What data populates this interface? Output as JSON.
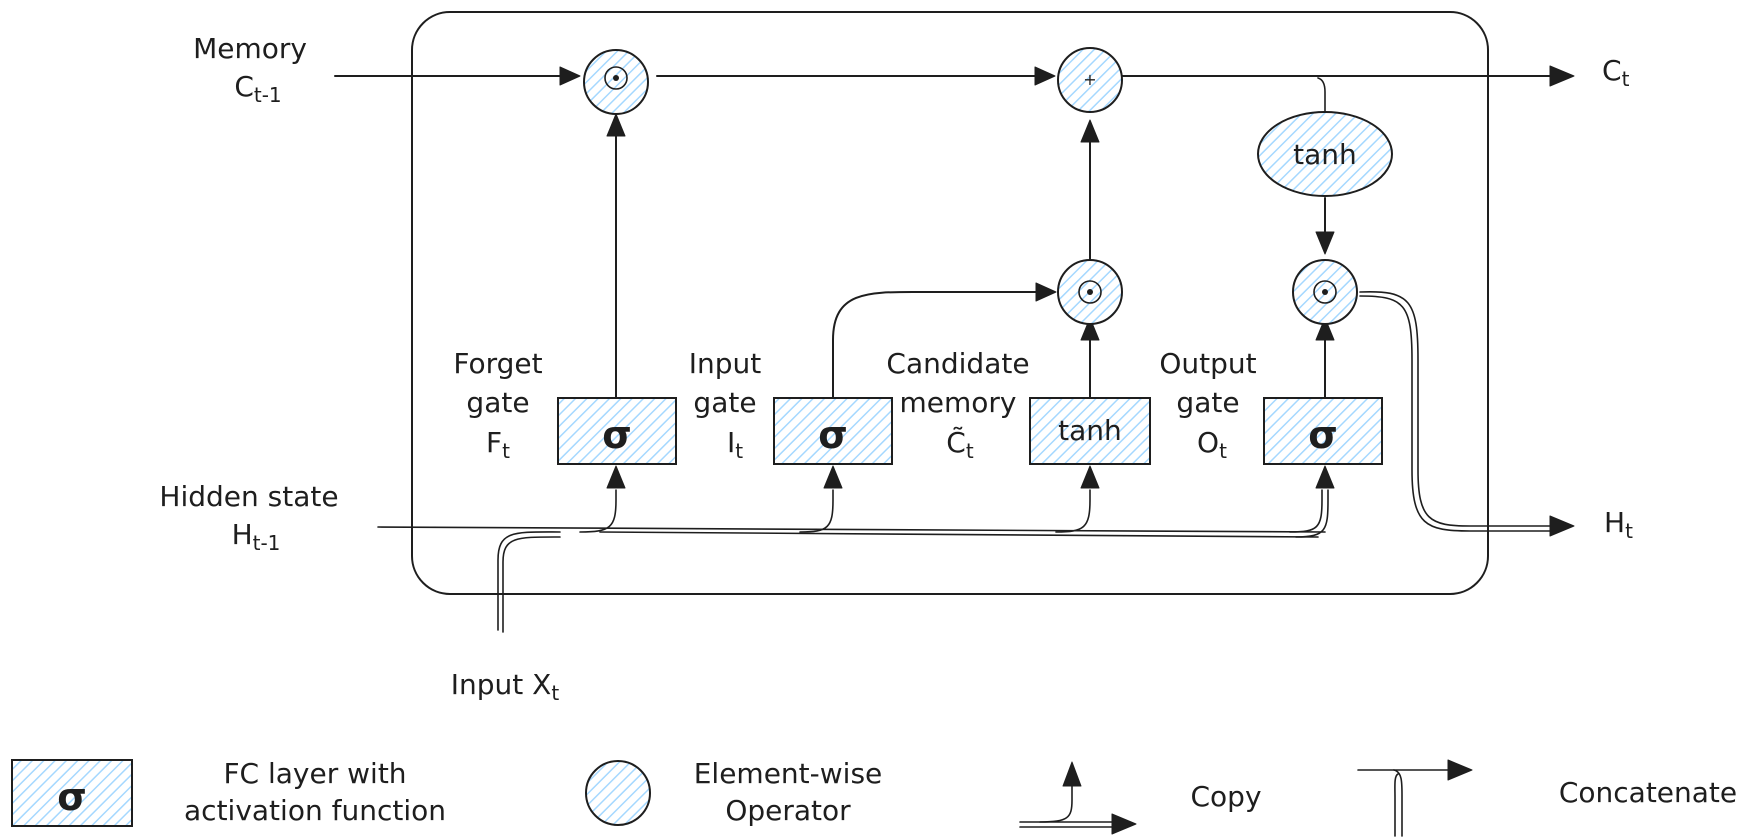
{
  "labels": {
    "memory_in": "Memory",
    "memory_in_var": "C",
    "memory_in_sub": "t-1",
    "memory_out_var": "C",
    "memory_out_sub": "t",
    "hidden_in": "Hidden state",
    "hidden_in_var": "H",
    "hidden_in_sub": "t-1",
    "hidden_out_var": "H",
    "hidden_out_sub": "t",
    "input": "Input X",
    "input_sub": "t"
  },
  "gates": {
    "forget": {
      "line1": "Forget",
      "line2": "gate",
      "var": "F",
      "sub": "t",
      "symbol": "σ"
    },
    "input": {
      "line1": "Input",
      "line2": "gate",
      "var": "I",
      "sub": "t",
      "symbol": "σ"
    },
    "candidate": {
      "line1": "Candidate",
      "line2": "memory",
      "var": "C̃",
      "sub": "t",
      "symbol": "tanh"
    },
    "output": {
      "line1": "Output",
      "line2": "gate",
      "var": "O",
      "sub": "t",
      "symbol": "σ"
    }
  },
  "ops": {
    "multiply_symbol": "⊙",
    "add_symbol": "+",
    "tanh_label": "tanh"
  },
  "legend": {
    "fc_symbol": "σ",
    "fc_line1": "FC layer with",
    "fc_line2": "activation function",
    "op_line1": "Element-wise",
    "op_line2": "Operator",
    "copy": "Copy",
    "concatenate": "Concatenate"
  },
  "colors": {
    "ink": "#1e1e1e",
    "hatch_fill": "#a5d8ff"
  }
}
